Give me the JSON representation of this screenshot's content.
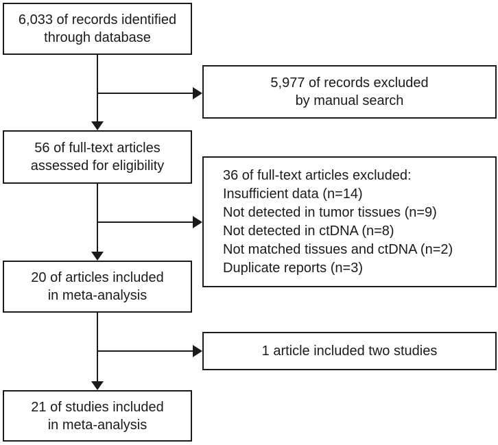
{
  "diagram": {
    "type": "flowchart",
    "colors": {
      "border": "#1a1a1a",
      "text": "#1a1a1a",
      "background": "#ffffff",
      "arrow": "#1a1a1a"
    },
    "nodes": {
      "identified": {
        "lines": [
          "6,033 of records identified",
          "through database"
        ]
      },
      "excluded_manual": {
        "lines": [
          "5,977 of records excluded",
          "by manual search"
        ]
      },
      "assessed": {
        "lines": [
          "56 of full-text articles",
          "assessed for eligibility"
        ]
      },
      "fulltext_excluded": {
        "lines": [
          "36 of full-text articles excluded:",
          "Insufficient data (n=14)",
          "Not detected in tumor tissues (n=9)",
          "Not detected in ctDNA (n=8)",
          "Not matched tissues and ctDNA (n=2)",
          "Duplicate reports (n=3)"
        ]
      },
      "articles_included": {
        "lines": [
          "20 of articles included",
          "in meta-analysis"
        ]
      },
      "two_studies": {
        "lines": [
          "1 article included two studies"
        ]
      },
      "studies_included": {
        "lines": [
          "21 of studies included",
          "in meta-analysis"
        ]
      }
    }
  }
}
